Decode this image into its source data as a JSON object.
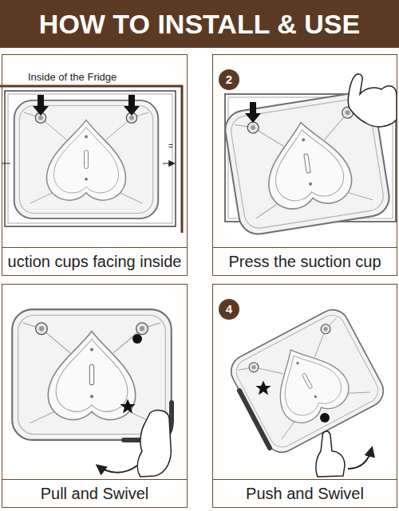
{
  "diagram": {
    "title": "HOW TO INSTALL & USE",
    "nodes": [
      {
        "text": [
          "Inside of the Fridge",
          "uction cups facing inside"
        ]
      },
      {
        "text": [
          "2",
          "Press the suction cup"
        ]
      },
      {
        "text": [
          "Pull and Swivel"
        ]
      },
      {
        "text": [
          "4",
          "Push and Swivel"
        ]
      }
    ],
    "labels": [
      "="
    ]
  }
}
